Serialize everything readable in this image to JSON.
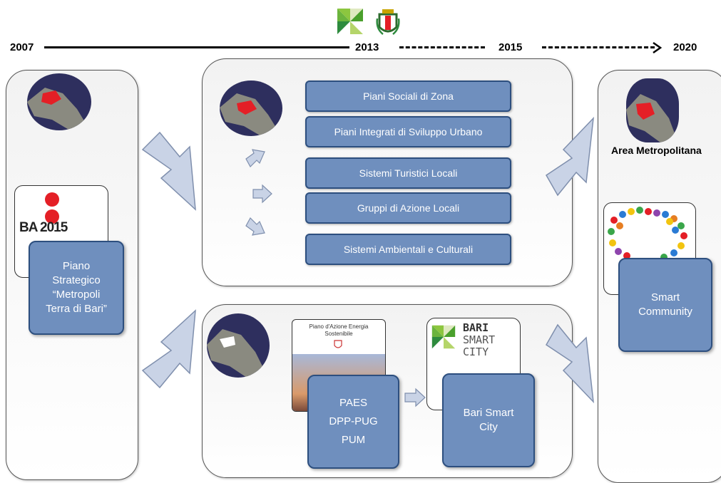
{
  "timeline": {
    "years": [
      "2007",
      "2013",
      "2015",
      "2020"
    ]
  },
  "left_panel": {
    "logo_text": "BA 2015",
    "box_lines": [
      "Piano",
      "Strategico",
      "“Metropoli",
      "Terra di Bari”"
    ]
  },
  "top_panel": {
    "items": [
      "Piani Sociali di Zona",
      "Piani Integrati di Sviluppo Urbano",
      "Sistemi Turistici Locali",
      "Gruppi di Azione Locali",
      "Sistemi Ambientali  e Culturali"
    ]
  },
  "bottom_panel": {
    "paes_card_title": "Piano d'Azione Energia Sostenibile",
    "paes_lines": [
      "PAES",
      "DPP-PUG",
      "PUM"
    ],
    "smart_logo_lines": [
      "BARI",
      "SMART",
      "CITY"
    ],
    "smart_box_lines": [
      "Bari Smart",
      "City"
    ]
  },
  "right_panel": {
    "title": "Area Metropolitana",
    "box_lines": [
      "Smart",
      "Community"
    ]
  },
  "colors": {
    "box_fill": "#6f8fbe",
    "box_border": "#2d4f7f",
    "arrow_fill": "#c9d3e6",
    "accent_red": "#e41f26",
    "logo_green": "#8cc63f"
  }
}
